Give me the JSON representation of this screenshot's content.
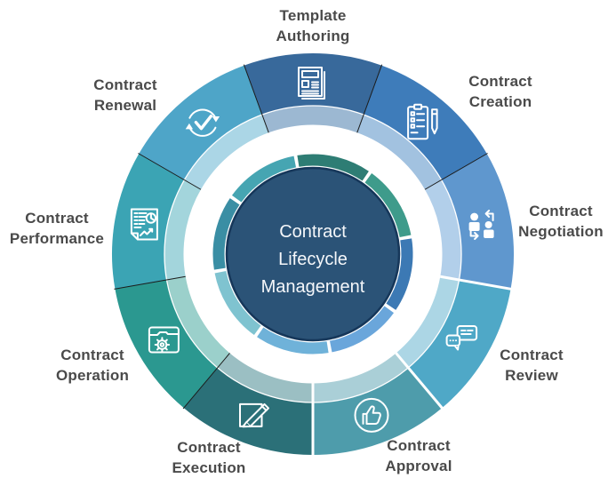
{
  "diagram_title": "Contract Lifecycle Management",
  "center": {
    "lines": [
      "Contract",
      "Lifecycle",
      "Management"
    ],
    "fill": "#2B5377",
    "stroke": "#16375A",
    "text_color": "#F5F7FA"
  },
  "styles": {
    "label_color": "#4A4A4A",
    "icon_color": "#FFFFFF",
    "background": "#FFFFFF",
    "separator_dark": "#1C1C1C",
    "separator_white": "#FFFFFF"
  },
  "wheel": {
    "segments": [
      {
        "lines": [
          "Template",
          "Authoring"
        ],
        "color": "#38699B",
        "band_color": "#9CB8D2",
        "icon": "newspaper-icon"
      },
      {
        "lines": [
          "Contract",
          "Creation"
        ],
        "color": "#3E7CBA",
        "band_color": "#A2C2E0",
        "icon": "clipboard-pen-icon"
      },
      {
        "lines": [
          "Contract",
          "Negotiation"
        ],
        "color": "#5F97CE",
        "band_color": "#B2CFEA",
        "icon": "people-exchange-icon"
      },
      {
        "lines": [
          "Contract",
          "Review"
        ],
        "color": "#4FA8C7",
        "band_color": "#ACD6E5",
        "icon": "chat-bubbles-icon"
      },
      {
        "lines": [
          "Contract",
          "Approval"
        ],
        "color": "#4E9CAB",
        "band_color": "#AACFD7",
        "icon": "thumbs-up-icon"
      },
      {
        "lines": [
          "Contract",
          "Execution"
        ],
        "color": "#2B7078",
        "band_color": "#9BBFC3",
        "icon": "pencil-paper-icon"
      },
      {
        "lines": [
          "Contract",
          "Operation"
        ],
        "color": "#2B9890",
        "band_color": "#9BD0CB",
        "icon": "folder-gear-icon"
      },
      {
        "lines": [
          "Contract",
          "Performance"
        ],
        "color": "#3BA4B4",
        "band_color": "#A3D5DC",
        "icon": "report-chart-icon"
      },
      {
        "lines": [
          "Contract",
          "Renewal"
        ],
        "color": "#4EA5C8",
        "band_color": "#ABD6E6",
        "icon": "sync-check-icon"
      }
    ],
    "inner_ring_colors": [
      "#2E7D74",
      "#3E9B8B",
      "#3C79B4",
      "#6AA6DB",
      "#6FB2D9",
      "#7FC3D0",
      "#3A8EA4",
      "#46A5B2"
    ]
  }
}
